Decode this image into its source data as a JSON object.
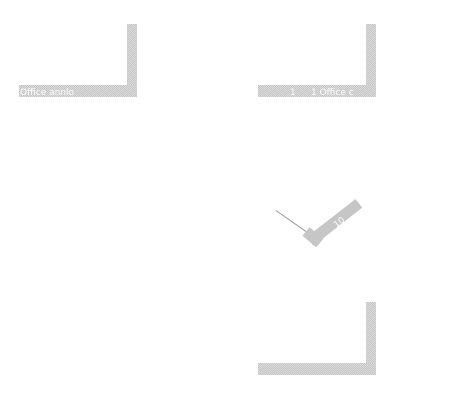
{
  "shapes": {
    "top_left": {
      "label": "Office annlo"
    },
    "top_right": {
      "number": "1",
      "label": "1 Office c"
    },
    "checkmark": {
      "label": "10"
    },
    "bottom_right": {
      "label": ""
    }
  },
  "colors": {
    "fill": "#c6c6c6",
    "label": "#ffffff",
    "background": "#ffffff"
  }
}
